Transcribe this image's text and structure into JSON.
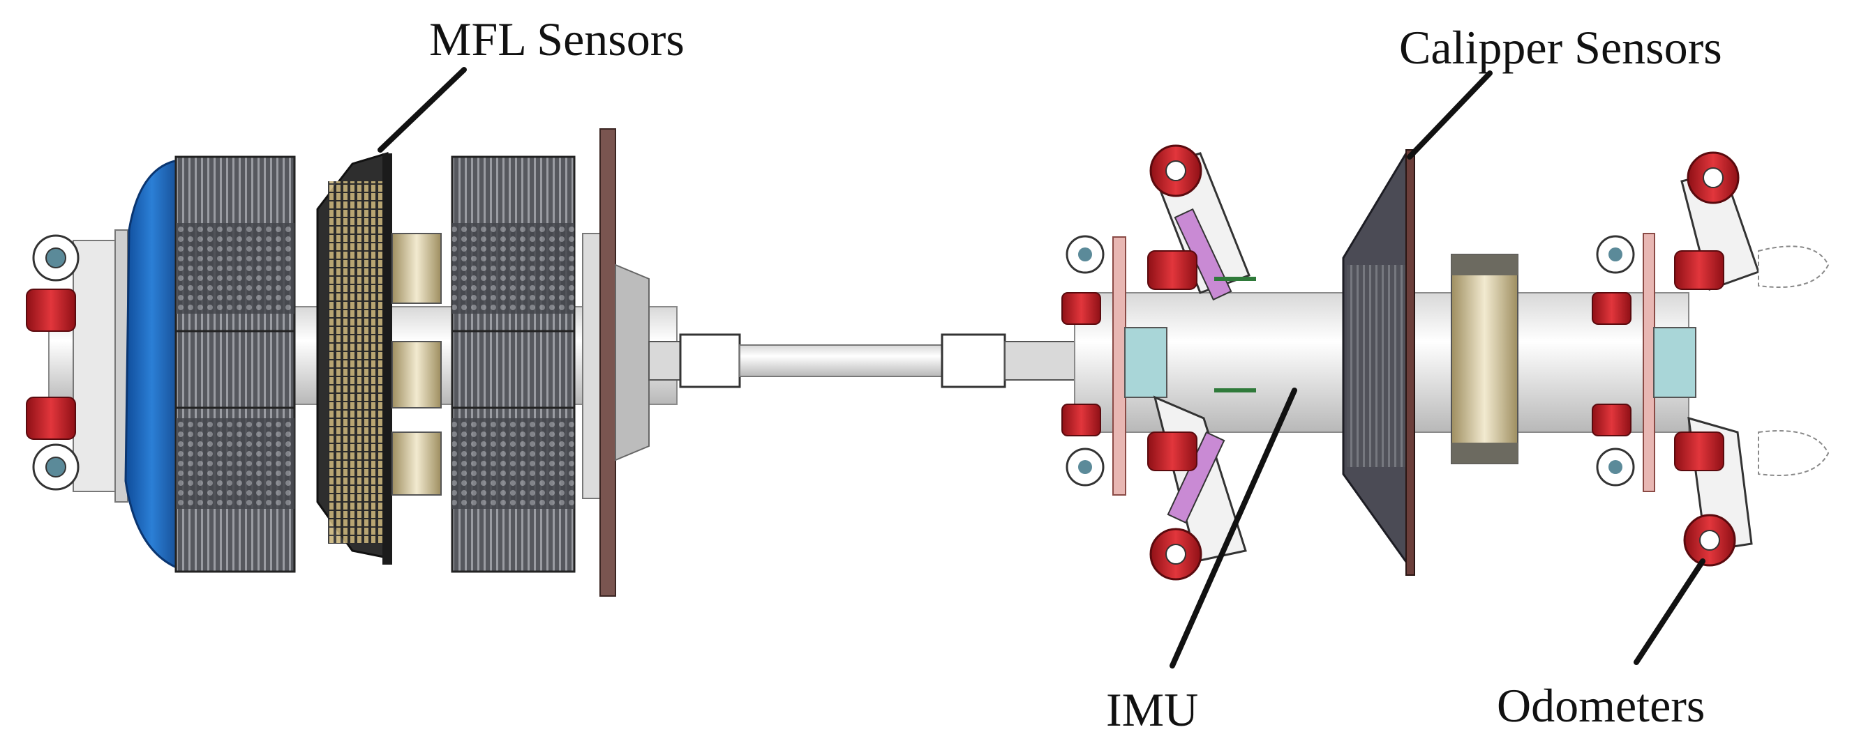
{
  "labels": {
    "mfl_sensors": "MFL Sensors",
    "calipper_sensors": "Calipper Sensors",
    "imu": "IMU",
    "odometers": "Odometers"
  },
  "colors": {
    "wheel_red": "#c8242a",
    "cup_blue": "#1d63b8",
    "body_dark": "#3a3c42",
    "shaft_light": "#e6e6e6",
    "flange_pink": "#d98c86",
    "brass": "#c9b98a",
    "leader_line": "#111111"
  }
}
